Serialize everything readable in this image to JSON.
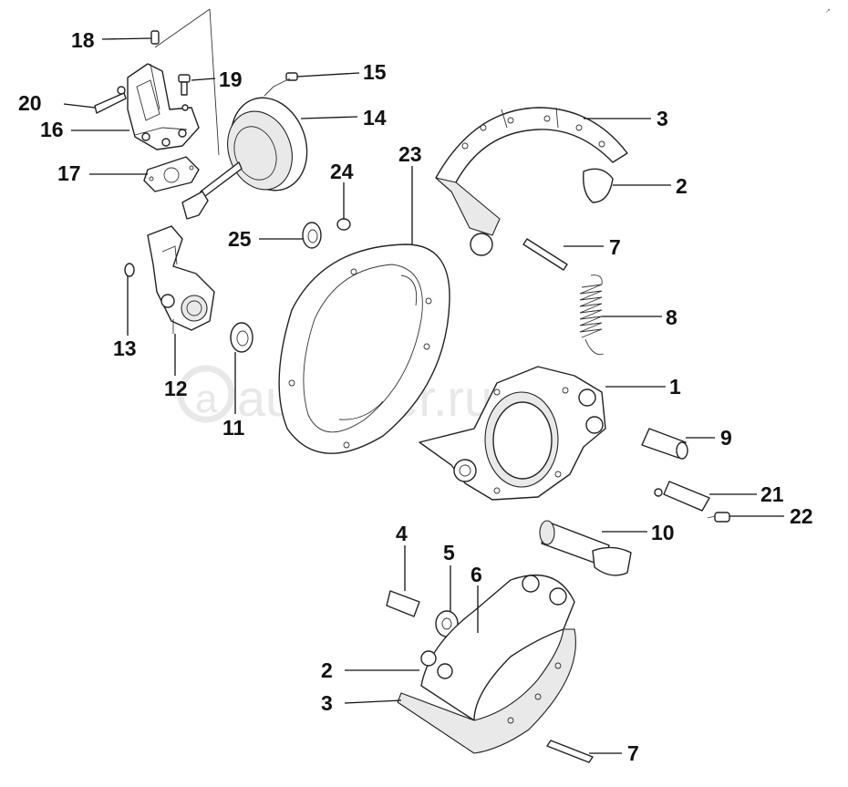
{
  "watermark": "autopiter.ru",
  "corner_mark": "↗",
  "labels": {
    "p18": "18",
    "p20": "20",
    "p16": "16",
    "p17": "17",
    "p19": "19",
    "p15": "15",
    "p14": "14",
    "p24": "24",
    "p23": "23",
    "p25": "25",
    "p13": "13",
    "p12": "12",
    "p11": "11",
    "p3_top": "3",
    "p2_top": "2",
    "p7_top": "7",
    "p8": "8",
    "p1": "1",
    "p9": "9",
    "p21": "21",
    "p22": "22",
    "p10": "10",
    "p4": "4",
    "p5": "5",
    "p6": "6",
    "p2_bottom": "2",
    "p3_bottom": "3",
    "p7_bottom": "7"
  }
}
